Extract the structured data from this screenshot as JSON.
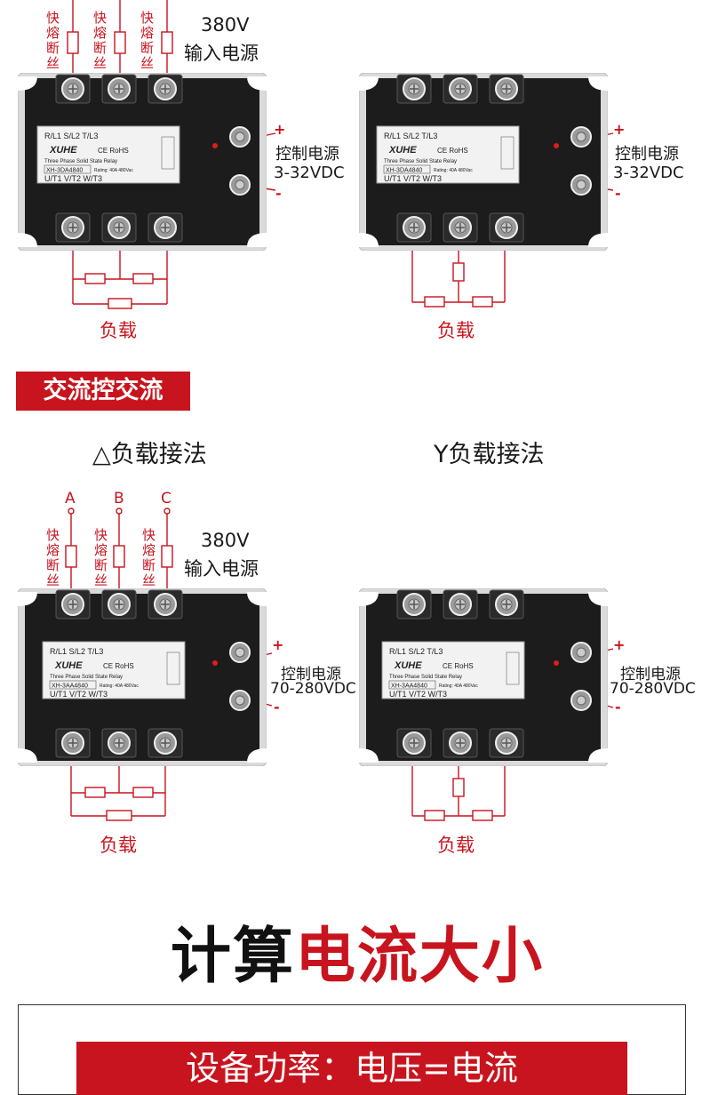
{
  "top_left": {
    "fuse_label": "快熔断丝",
    "input_voltage": "380V",
    "input_label": "输入电源",
    "control_label": "控制电源",
    "control_range": "3-32VDC",
    "plus": "+",
    "minus": "-",
    "load": "负载",
    "relay_model": "XH-3DA4840"
  },
  "top_right": {
    "control_label": "控制电源",
    "control_range": "3-32VDC",
    "plus": "+",
    "minus": "-",
    "load": "负载",
    "relay_model": "XH-3DA4840"
  },
  "section_badge": "交流控交流",
  "delta_heading": "△负载接法",
  "wye_heading": "Y负载接法",
  "bottom_left": {
    "phase_a": "A",
    "phase_b": "B",
    "phase_c": "C",
    "fuse_label": "快熔断丝",
    "input_voltage": "380V",
    "input_label": "输入电源",
    "control_label": "控制电源",
    "control_range": "70-280VDC",
    "plus": "+",
    "minus": "-",
    "load": "负载",
    "relay_model": "XH-3AA4840"
  },
  "bottom_right": {
    "control_label": "控制电源",
    "control_range": "70-280VDC",
    "plus": "+",
    "minus": "-",
    "load": "负载",
    "relay_model": "XH-3AA4840"
  },
  "relay_plate": {
    "brand": "XUHE",
    "terminal_top": [
      "R/L1",
      "S/L2",
      "T/L3"
    ],
    "terminal_bottom": [
      "U/T1",
      "V/T2",
      "W/T3"
    ],
    "subtitle": "Three Phase Solid State Relay",
    "ce": "CE",
    "rohs": "RoHS",
    "rating": "Rating: 40A 480Vac"
  },
  "calc_title": {
    "part1": "计算",
    "part2": "电流大小"
  },
  "bottom_banner": "设备功率：电压=电流",
  "colors": {
    "accent_red": "#c8141e",
    "relay_body": "#1c1c1c",
    "relay_frame": "#d7d7d7"
  }
}
